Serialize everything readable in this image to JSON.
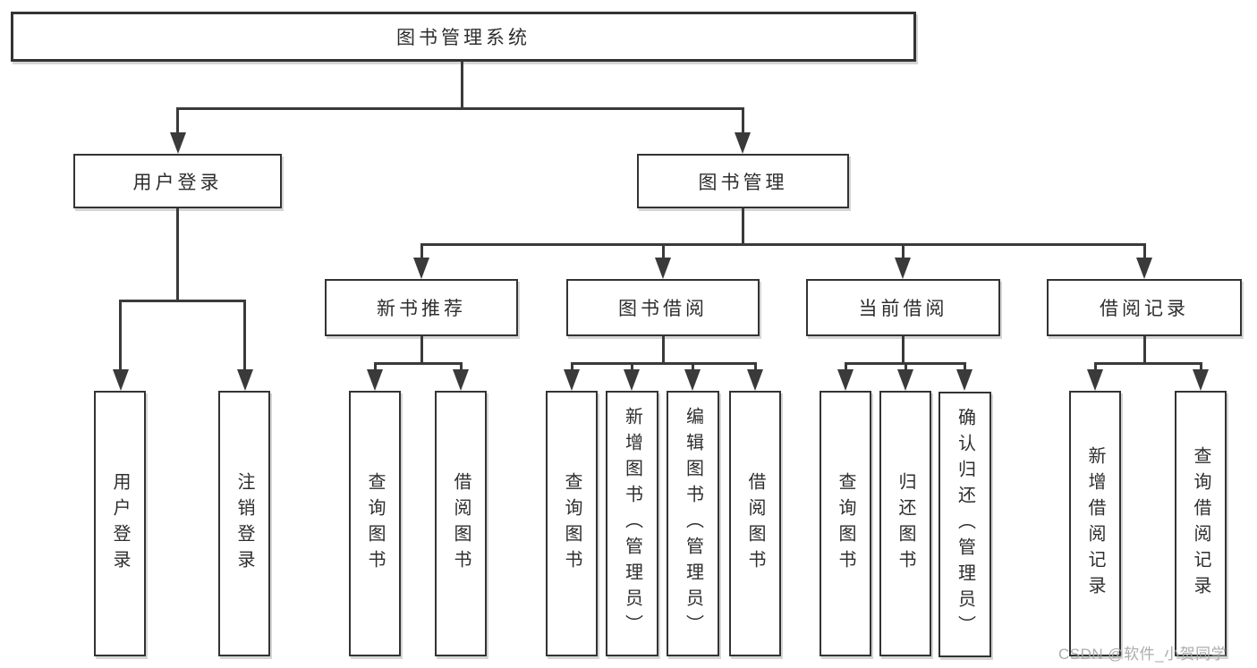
{
  "diagram": {
    "root": {
      "label": "图书管理系统"
    },
    "branches": [
      {
        "label": "用户登录",
        "leaves": [
          {
            "label": "用户登录"
          },
          {
            "label": "注销登录"
          }
        ]
      },
      {
        "label": "图书管理",
        "groups": [
          {
            "label": "新书推荐",
            "leaves": [
              {
                "label": "查询图书"
              },
              {
                "label": "借阅图书"
              }
            ]
          },
          {
            "label": "图书借阅",
            "leaves": [
              {
                "label": "查询图书"
              },
              {
                "label": "新增图书（管理员）"
              },
              {
                "label": "编辑图书（管理员）"
              },
              {
                "label": "借阅图书"
              }
            ]
          },
          {
            "label": "当前借阅",
            "leaves": [
              {
                "label": "查询图书"
              },
              {
                "label": "归还图书"
              },
              {
                "label": "确认归还（管理员）"
              }
            ]
          },
          {
            "label": "借阅记录",
            "leaves": [
              {
                "label": "新增借阅记录"
              },
              {
                "label": "查询借阅记录"
              }
            ]
          }
        ]
      }
    ]
  },
  "watermark": {
    "text": "CSDN @软件_小贺同学"
  },
  "colors": {
    "line": "#3a3a3a",
    "box_border": "#333333",
    "box_background": "#ffffff",
    "text": "#2e2e2e",
    "page_background": "#ffffff",
    "watermark": "#a8a8a8"
  }
}
